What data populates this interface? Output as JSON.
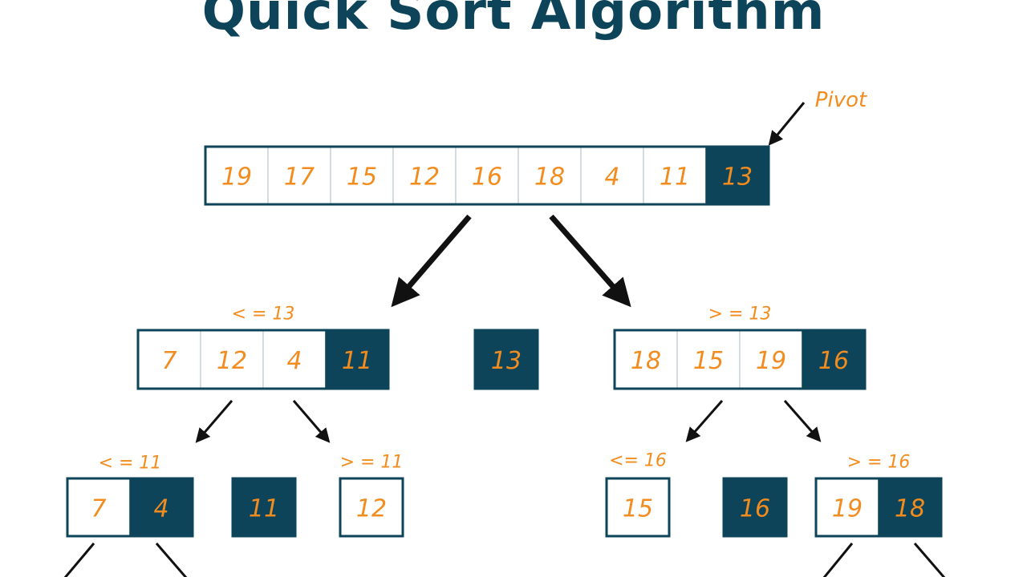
{
  "title": "Quick Sort Algorithm",
  "pivot_label": "Pivot",
  "colors": {
    "title": "#0d4459",
    "pivot_fill": "#0d4459",
    "cell_border": "#0d4459",
    "number": "#f28c1e",
    "arrow": "#111111"
  },
  "arrays": [
    {
      "id": "root",
      "values": [
        "19",
        "17",
        "15",
        "12",
        "16",
        "18",
        "4",
        "11",
        "13"
      ],
      "pivot_index": 8,
      "label": ""
    },
    {
      "id": "left-1",
      "values": [
        "7",
        "12",
        "4",
        "11"
      ],
      "pivot_index": 3,
      "label": "< = 13"
    },
    {
      "id": "middle-1",
      "values": [
        "13"
      ],
      "pivot_index": 0,
      "label": ""
    },
    {
      "id": "right-1",
      "values": [
        "18",
        "15",
        "19",
        "16"
      ],
      "pivot_index": 3,
      "label": "> = 13"
    },
    {
      "id": "left-2a",
      "values": [
        "7",
        "4"
      ],
      "pivot_index": 1,
      "label": "< = 11"
    },
    {
      "id": "left-2b",
      "values": [
        "11"
      ],
      "pivot_index": 0,
      "label": ""
    },
    {
      "id": "left-2c",
      "values": [
        "12"
      ],
      "pivot_index": -1,
      "label": "> = 11"
    },
    {
      "id": "right-2a",
      "values": [
        "15"
      ],
      "pivot_index": -1,
      "label": "<= 16"
    },
    {
      "id": "right-2b",
      "values": [
        "16"
      ],
      "pivot_index": 0,
      "label": ""
    },
    {
      "id": "right-2c",
      "values": [
        "19",
        "18"
      ],
      "pivot_index": 1,
      "label": "> = 16"
    }
  ]
}
